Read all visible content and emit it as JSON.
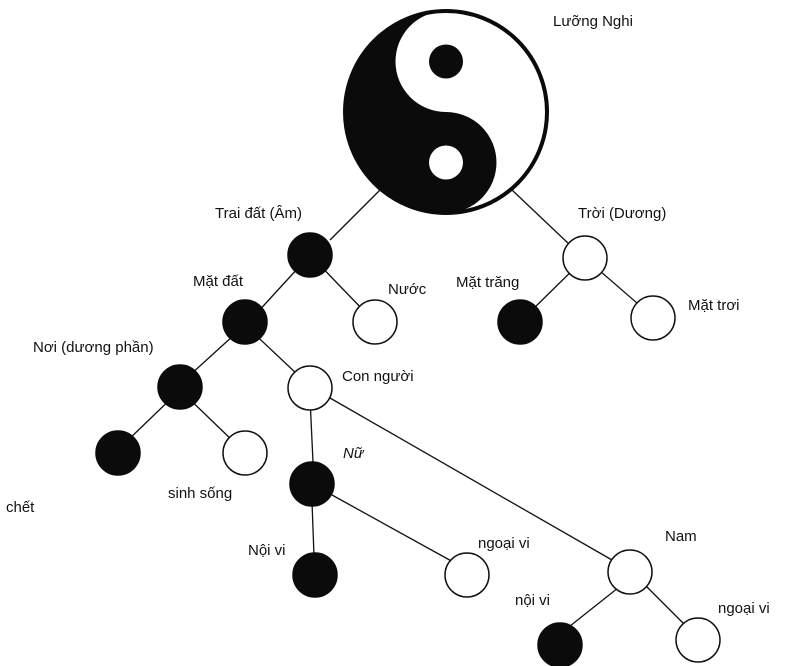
{
  "labels": {
    "luong_nghi": "Lưỡng Nghi",
    "trai_dat": "Trai đất (Âm)",
    "troi": "Trời (Dương)",
    "mat_dat": "Mặt đất",
    "nuoc": "Nước",
    "mat_trang": "Mặt trăng",
    "mat_troi": "Mặt trơi",
    "noi_duong_phan": "Nơi (dương phần)",
    "con_nguoi": "Con người",
    "chet": "chết",
    "sinh_song": "sinh sống",
    "nu": "Nữ",
    "noi_vi_nu": "Nội vi",
    "ngoai_vi_nu": "ngoại vi",
    "nam": "Nam",
    "noi_vi_nam": "nội vi",
    "ngoai_vi_nam": "ngoại vi"
  },
  "colors": {
    "yin": "#0b0b0b",
    "yang": "#ffffff",
    "line": "#111111"
  }
}
